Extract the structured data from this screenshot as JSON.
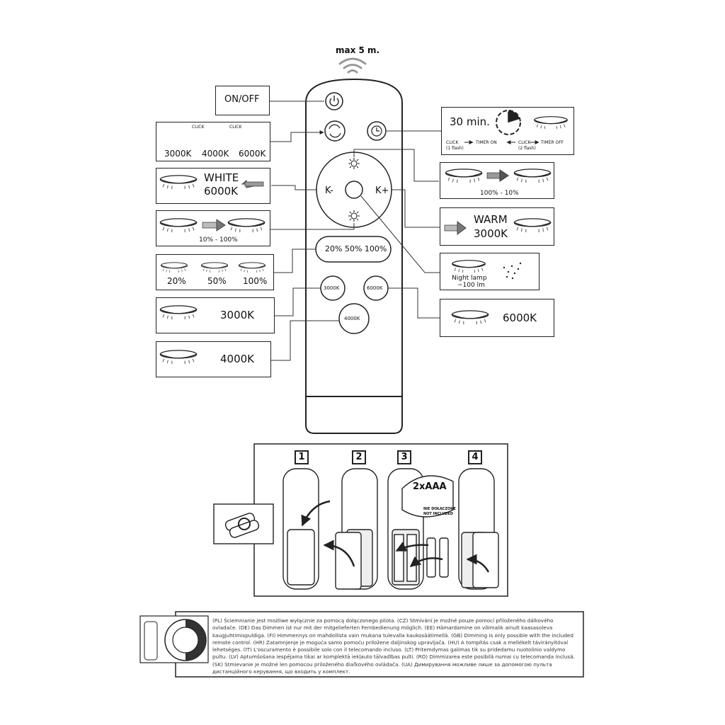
{
  "range": {
    "label": "max 5 m."
  },
  "remote": {
    "buttons": {
      "preset1": "3000K",
      "preset2": "6000K",
      "preset3": "4000K",
      "dimmer_levels": "20% 50% 100%",
      "k_minus": "K-",
      "k_plus": "K+"
    }
  },
  "callouts": {
    "on_off": "ON/OFF",
    "cycle": {
      "labels": [
        "3000K",
        "4000K",
        "6000K"
      ],
      "arrow_tag": "CLICK"
    },
    "white": {
      "line1": "WHITE",
      "line2": "6000K"
    },
    "brighten": {
      "range": "10% - 100%"
    },
    "levels": {
      "labels": [
        "20%",
        "50%",
        "100%"
      ]
    },
    "preset_3000": "3000K",
    "preset_4000": "4000K",
    "timer": {
      "duration": "30 min.",
      "click1": "CLICK",
      "flash1": "(1 flash)",
      "timer_on": "TIMER ON",
      "click2": "CLICK",
      "flash2": "(2 flash)",
      "timer_off": "TIMER OFF"
    },
    "dim": {
      "range": "100% - 10%"
    },
    "warm": {
      "line1": "WARM",
      "line2": "3000K"
    },
    "night": {
      "line1": "Night lamp",
      "line2": "~100 lm"
    },
    "preset_6000": "6000K"
  },
  "install": {
    "steps": [
      "1",
      "2",
      "3",
      "4"
    ],
    "battery": {
      "count": "2xAAA",
      "note1": "NIE DOŁĄCZONE",
      "note2": "NOT INCLUDED"
    }
  },
  "legal_text": "(PL) Ściemnianie jest możliwe wyłącznie za pomocą dołączonego pilota. (CZ) Stmívání je možné pouze pomocí přiloženého dálkového ovladače. (DE) Das Dimmen ist nur mit der mitgelieferten Fernbedienung möglich. (EE) Hämardamine on võimalik ainult kaasasoleva kaugjuhtimispuldiga. (FI) Himmennys on mahdollista vain mukana tulevalla kaukosäätimellä. (GB) Dimming is only possible with the included remote control. (HR) Zatamnjenje je moguća samo pomoću priložene daljinskog upravljača. (HU) A tompítás csak a mellékelt távirányítóval lehetséges. (IT) L'oscuramento è possibile solo con il telecomando incluso. (LT) Pritemdymas galimas tik su pridedamu nuotolinio valdymo pultu. (LV) Aptumšošana iespējama tikai ar komplektā iekļauto tālvadības pulti. (RO) Dimmizarea este posibilă numai cu telecomanda inclusă. (SK) Stmievanie je možné len pomocou priloženého diaľkového ovládača. (UA) Димирування можливе лише за допомогою пульта дистанційного керування, що входить у комплект."
}
